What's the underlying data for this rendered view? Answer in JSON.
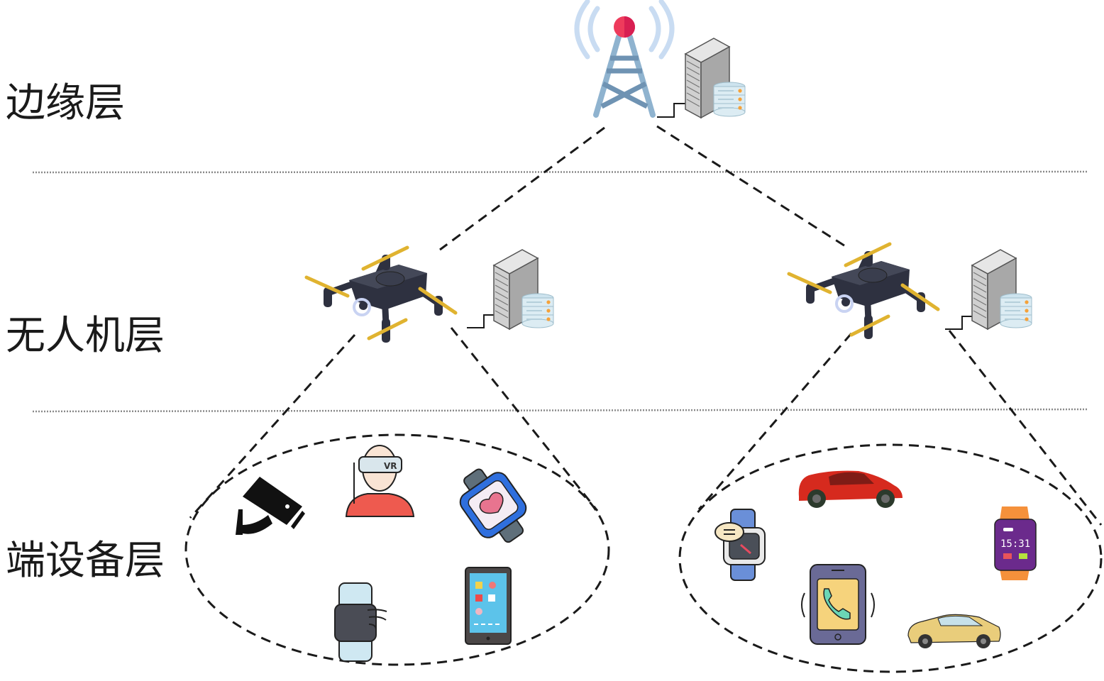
{
  "layers": [
    {
      "id": "edge",
      "label": "边缘层"
    },
    {
      "id": "uav",
      "label": "无人机层"
    },
    {
      "id": "device",
      "label": "端设备层"
    }
  ],
  "edge_layer": {
    "nodes": [
      "base-station-tower",
      "edge-server"
    ]
  },
  "uav_layer": {
    "nodes": [
      {
        "name": "uav-left",
        "components": [
          "drone",
          "uav-server"
        ]
      },
      {
        "name": "uav-right",
        "components": [
          "drone",
          "uav-server"
        ]
      }
    ]
  },
  "device_layer": {
    "clusters": [
      {
        "name": "cluster-left",
        "devices": [
          "surveillance-camera",
          "vr-headset-user",
          "smartwatch-heart",
          "smartwatch-hand",
          "tablet"
        ]
      },
      {
        "name": "cluster-right",
        "devices": [
          "red-sports-car",
          "smartwatch-message",
          "smartwatch-clock",
          "phone-call",
          "yellow-sedan"
        ]
      }
    ]
  },
  "watch_clock_text": "15:31",
  "vr_text": "VR",
  "colors": {
    "tower": "#8fb3cf",
    "tower_dark": "#6f93b3",
    "tower_beacon": "#ee3b5c",
    "signal": "#c9dcf2",
    "drone_body": "#2e3140",
    "propeller": "#e0b330",
    "server_light": "#eeeeee",
    "server_dark": "#9a9a9a",
    "db": "#cde3ee",
    "db_dot": "#f5a23a",
    "dash": "#1a1a1a",
    "divider": "#8a8a8a"
  }
}
